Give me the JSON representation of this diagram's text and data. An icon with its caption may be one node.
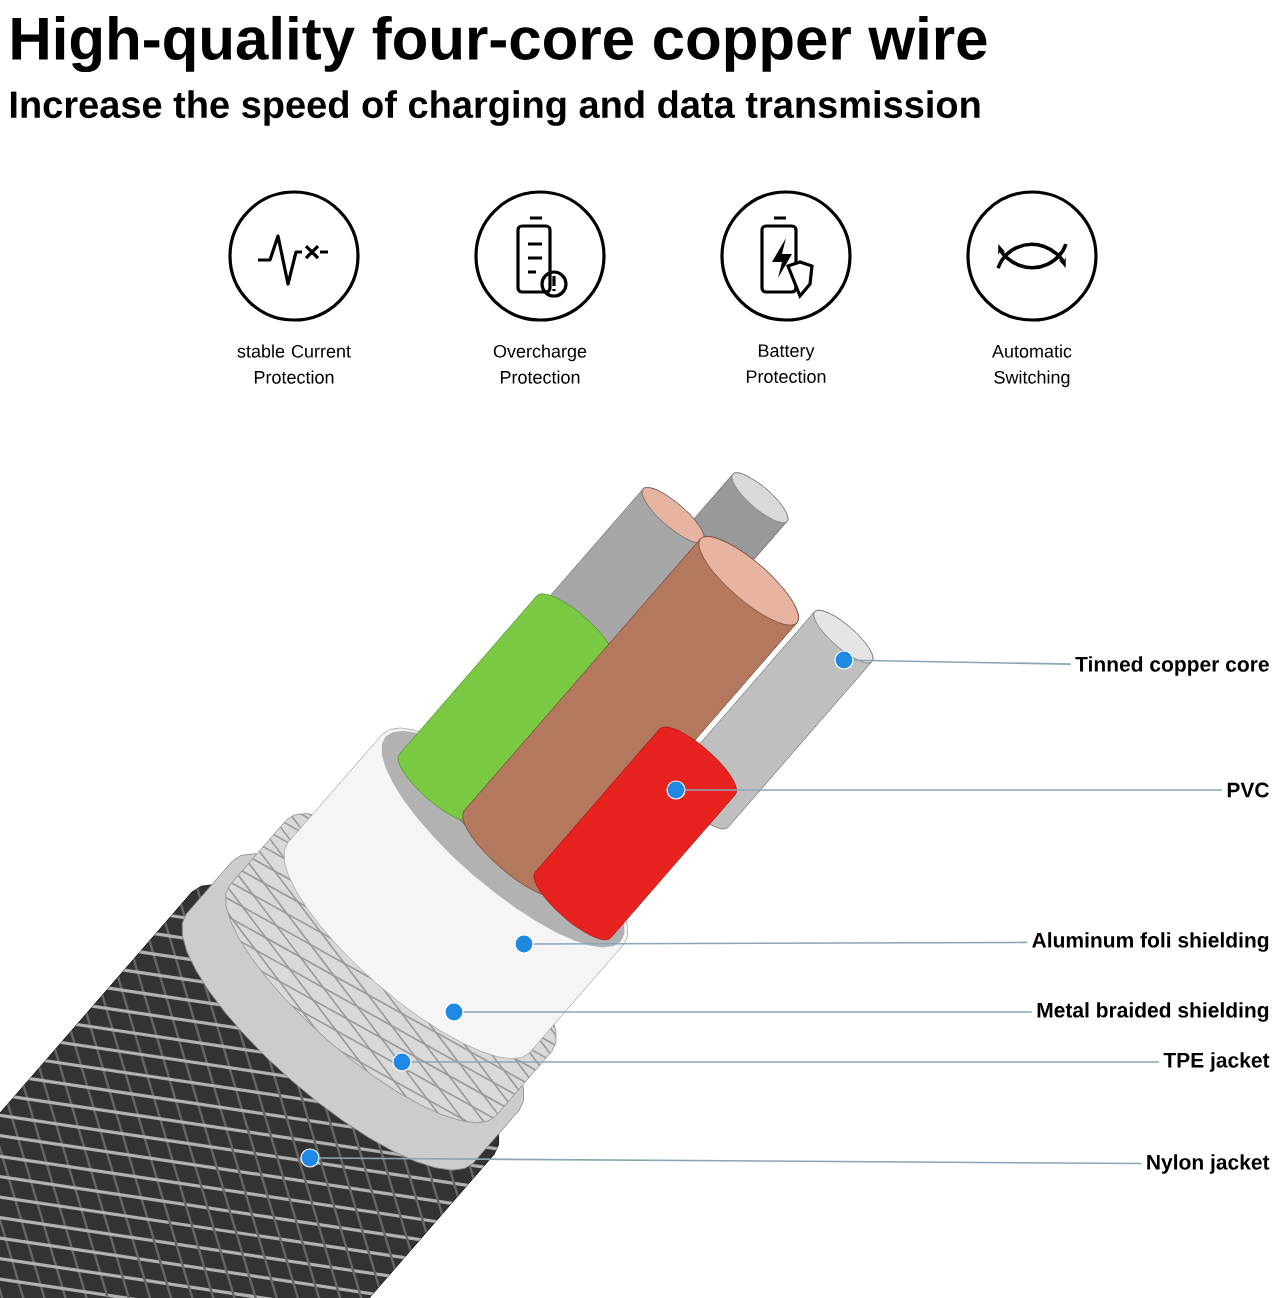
{
  "diagram": {
    "title": "High-quality four-core copper wire",
    "nodes": [
      {
        "text": [
          "stable Current Protection"
        ]
      },
      {
        "text": [
          "Overcharge Protection"
        ]
      },
      {
        "text": [
          "Battery Protection"
        ]
      },
      {
        "text": [
          "Automatic Switching"
        ]
      },
      {
        "text": [
          "Tinned copper core"
        ]
      },
      {
        "text": [
          "PVC"
        ]
      },
      {
        "text": [
          "Aluminum foli shielding"
        ]
      },
      {
        "text": [
          "Metal braided shielding"
        ]
      },
      {
        "text": [
          "TPE jacket"
        ]
      },
      {
        "text": [
          "Nylon jacket"
        ]
      },
      {
        "text": [],
        "shape": "circle"
      },
      {
        "text": [],
        "shape": "circle"
      },
      {
        "text": [],
        "shape": "circle"
      },
      {
        "text": [],
        "shape": "circle"
      },
      {
        "text": [],
        "shape": "circle"
      },
      {
        "text": [],
        "shape": "circle"
      }
    ],
    "edges": [
      {
        "from": 4,
        "to": 10,
        "arrow": "none"
      },
      {
        "from": 5,
        "to": 11,
        "arrow": "none"
      },
      {
        "from": 6,
        "to": 12,
        "arrow": "none"
      },
      {
        "from": 7,
        "to": 13,
        "arrow": "none"
      },
      {
        "from": 8,
        "to": 14,
        "arrow": "none"
      },
      {
        "from": 9,
        "to": 15,
        "arrow": "none"
      }
    ],
    "labels": [
      "Increase the speed of charging and data transmission"
    ]
  }
}
